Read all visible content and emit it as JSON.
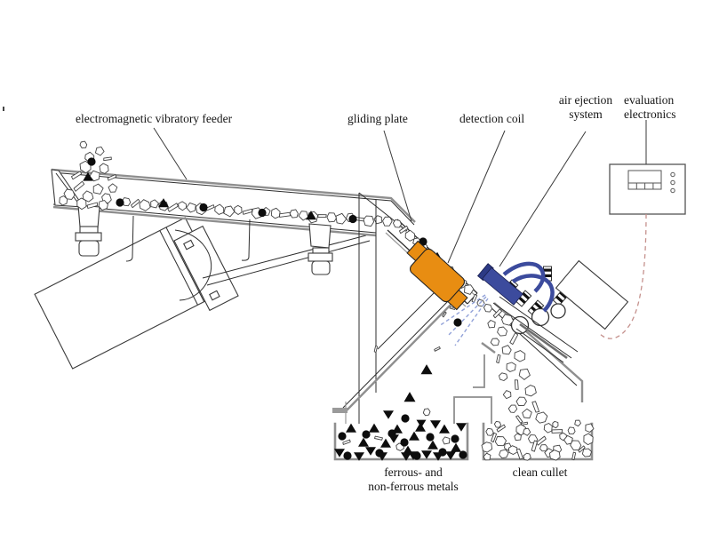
{
  "diagram": {
    "labels": {
      "feeder": "electromagnetic vibratory feeder",
      "gliding_plate": "gliding plate",
      "detection_coil": "detection coil",
      "air_ejection_line1": "air ejection",
      "air_ejection_line2": "system",
      "evaluation_line1": "evaluation",
      "evaluation_line2": "electronics",
      "metals_bin_line1": "ferrous- and",
      "metals_bin_line2": "non-ferrous metals",
      "cullet_bin": "clean cullet"
    },
    "colors": {
      "coil": "#e88d12",
      "nozzle": "#3c4b9d",
      "nozzle_tip": "#2c3a85",
      "air_jet": "#93a3d9",
      "cable": "#c5918d",
      "structure": "#8f8f8f",
      "metal": "#0d0d0d",
      "glass_edge": "#424242"
    }
  }
}
